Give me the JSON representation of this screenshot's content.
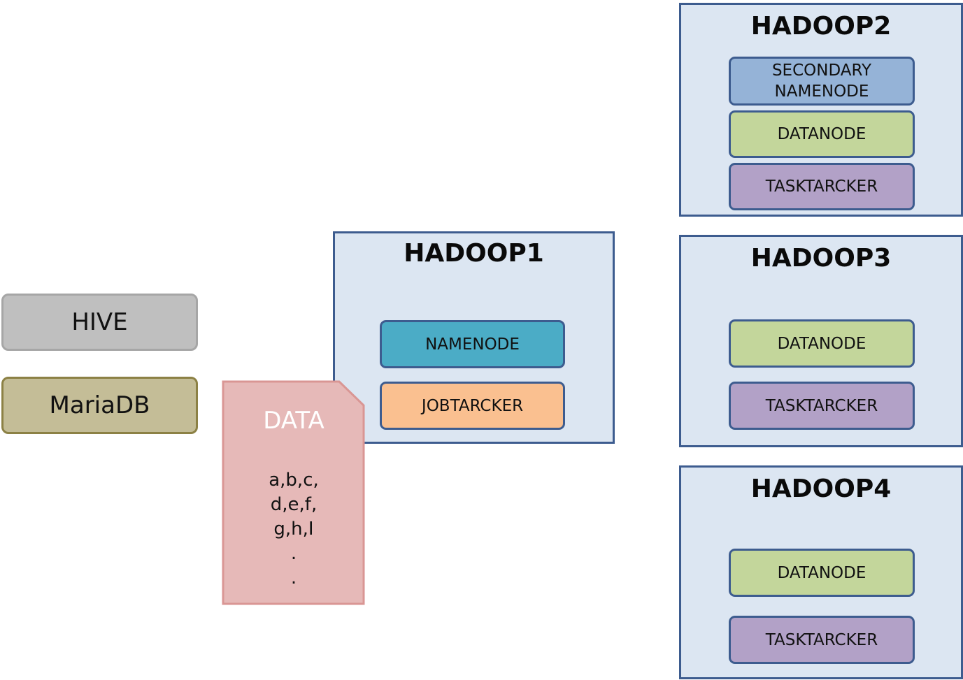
{
  "colors": {
    "server_fill": "#dce6f2",
    "server_border": "#3d5c8f",
    "namenode": "#4bacc6",
    "jobtracker": "#fac090",
    "secondary_namenode": "#95b3d7",
    "datanode": "#c3d69b",
    "tasktracker": "#b2a1c7",
    "hive": "#bfbfbf",
    "mariadb": "#c4bd97",
    "data_doc": "#e6b9b8"
  },
  "clients": {
    "hive": "HIVE",
    "mariadb": "MariaDB"
  },
  "data_doc": {
    "title": "DATA",
    "lines": [
      "a,b,c,",
      "d,e,f,",
      "g,h,I",
      ".",
      "."
    ]
  },
  "servers": {
    "hadoop1": {
      "title": "HADOOP1",
      "namenode": "NAMENODE",
      "jobtracker": "JOBTARCKER"
    },
    "hadoop2": {
      "title": "HADOOP2",
      "secondary_namenode": "SECONDARY\nNAMENODE",
      "datanode": "DATANODE",
      "tasktracker": "TASKTARCKER"
    },
    "hadoop3": {
      "title": "HADOOP3",
      "datanode": "DATANODE",
      "tasktracker": "TASKTARCKER"
    },
    "hadoop4": {
      "title": "HADOOP4",
      "datanode": "DATANODE",
      "tasktracker": "TASKTARCKER"
    }
  }
}
